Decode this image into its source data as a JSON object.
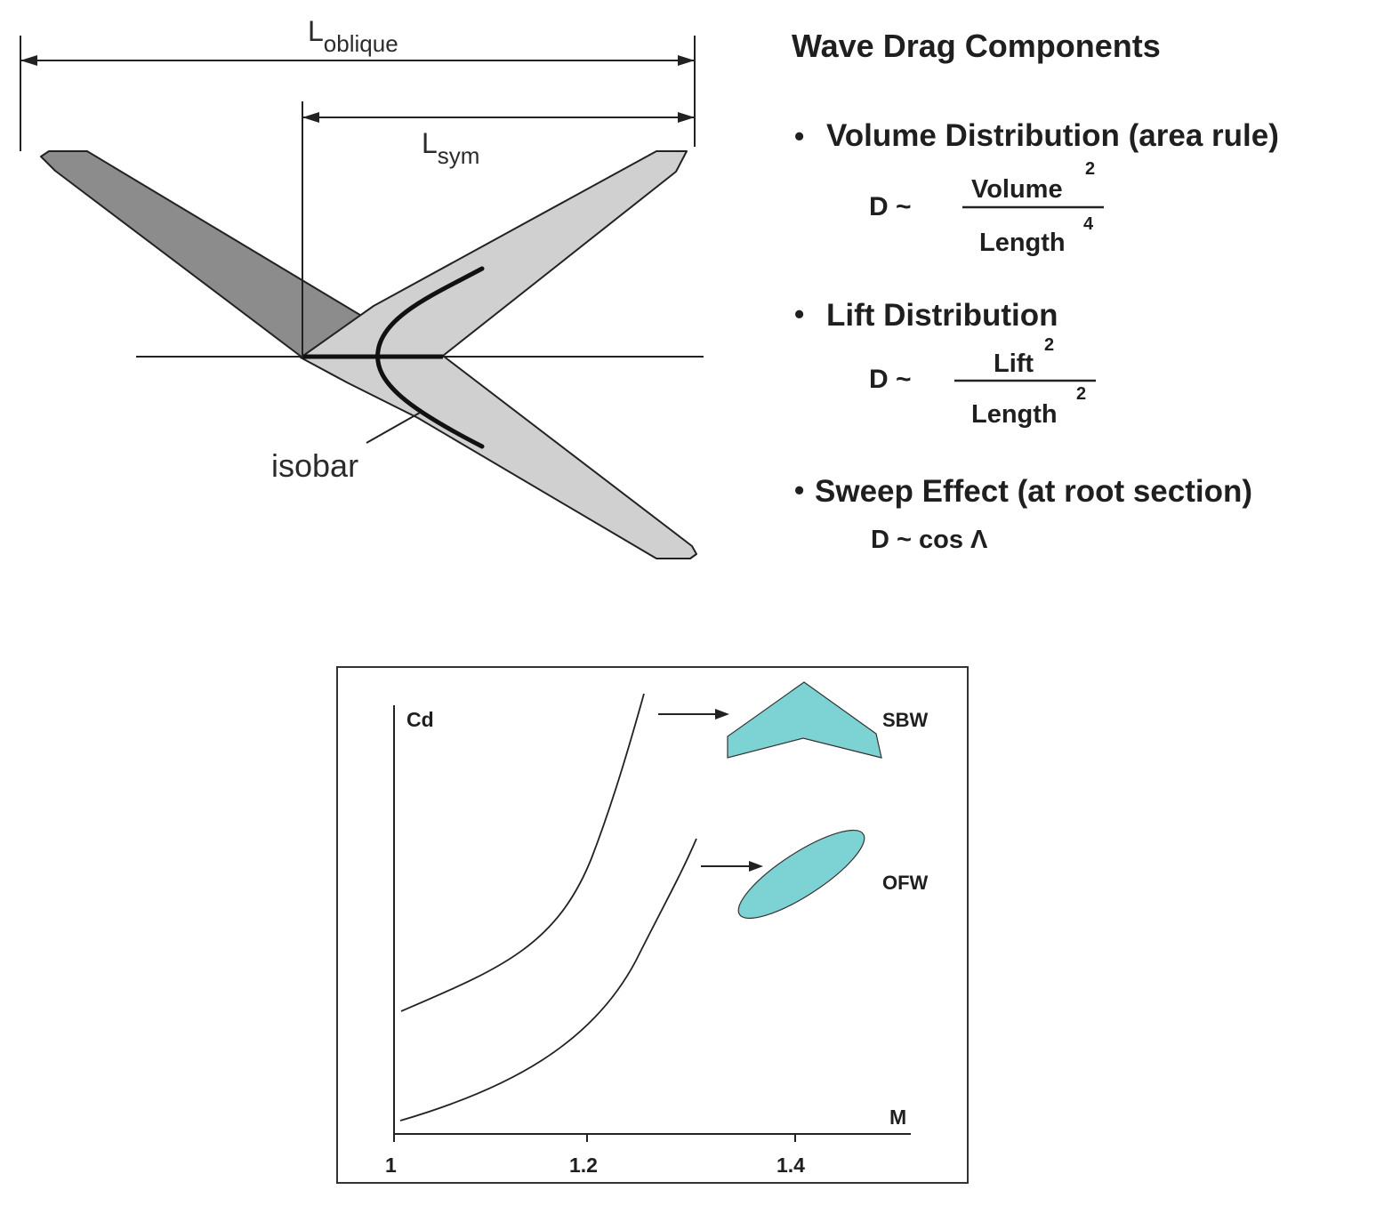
{
  "wing_diagram": {
    "l_oblique": {
      "main": "L",
      "sub": "oblique"
    },
    "l_sym": {
      "main": "L",
      "sub": "sym"
    },
    "isobar_label": "isobar"
  },
  "components": {
    "title": "Wave Drag Components",
    "bullet": "•",
    "volume": {
      "heading": "Volume Distribution (area rule)",
      "lhs": "D ~",
      "numerator": "Volume",
      "numerator_exp": "2",
      "denominator": "Length",
      "denominator_exp": "4"
    },
    "lift": {
      "heading": "Lift Distribution",
      "lhs": "D ~",
      "numerator": "Lift",
      "numerator_exp": "2",
      "denominator": "Length",
      "denominator_exp": "2"
    },
    "sweep": {
      "heading": "Sweep Effect (at root section)",
      "formula": "D ~ cos Λ"
    }
  },
  "chart": {
    "ylabel": "Cd",
    "xlabel": "M",
    "x_ticks": [
      "1",
      "1.2",
      "1.4"
    ],
    "sbw_label": "SBW",
    "ofw_label": "OFW",
    "planform_color": "#7dd3d3"
  },
  "chart_data": {
    "type": "line",
    "xlabel": "M",
    "ylabel": "Cd",
    "xlim": [
      1.0,
      1.53
    ],
    "x_ticks": [
      1.0,
      1.2,
      1.4
    ],
    "y_ticks_shown": false,
    "series": [
      {
        "name": "SBW",
        "x": [
          1.0,
          1.05,
          1.1,
          1.15,
          1.2,
          1.23,
          1.25
        ],
        "y": [
          0.11,
          0.2,
          0.3,
          0.48,
          0.72,
          0.92,
          1.08
        ]
      },
      {
        "name": "OFW",
        "x": [
          1.0,
          1.1,
          1.2,
          1.25,
          1.28,
          1.3
        ],
        "y": [
          0.02,
          0.09,
          0.23,
          0.38,
          0.55,
          0.68
        ]
      }
    ]
  }
}
